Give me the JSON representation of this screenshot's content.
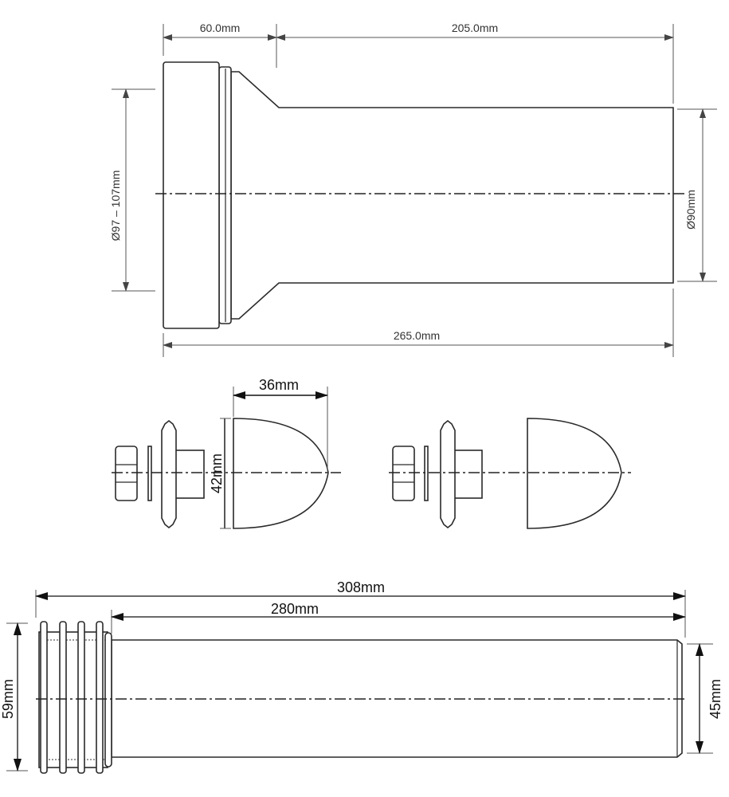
{
  "top_view": {
    "dim_socket": "60.0mm",
    "dim_pipe": "205.0mm",
    "dim_total": "265.0mm",
    "dim_socket_diameter": "Ø97 – 107mm",
    "dim_pipe_diameter": "Ø90mm"
  },
  "middle_view": {
    "dim_cap_length": "36mm",
    "dim_cap_diameter": "42mm"
  },
  "bottom_view": {
    "dim_total": "308mm",
    "dim_pipe": "280mm",
    "dim_socket_diameter": "59mm",
    "dim_pipe_diameter": "45mm"
  }
}
